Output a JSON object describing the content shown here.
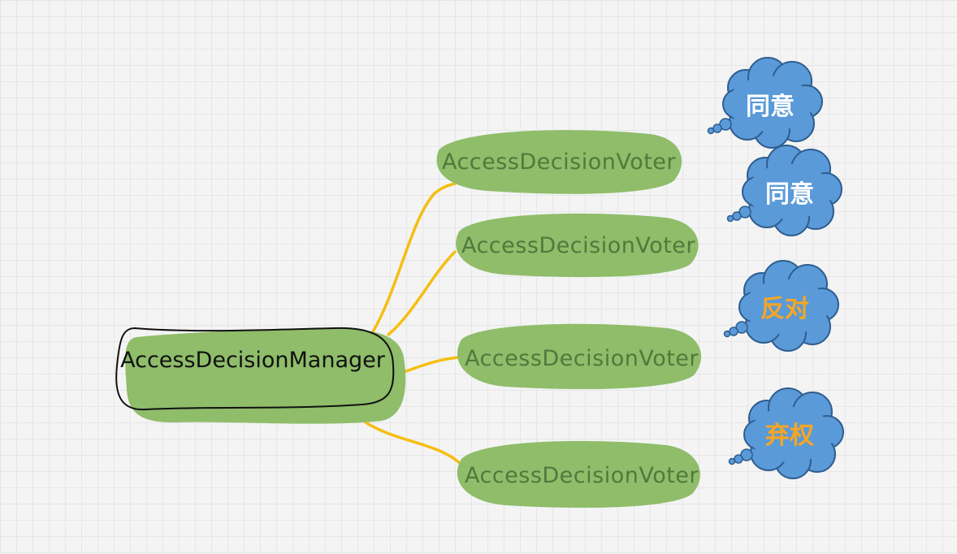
{
  "diagram": {
    "manager": {
      "label": "AccessDecisionManager"
    },
    "voters": [
      {
        "label": "AccessDecisionVoter",
        "result": "同意"
      },
      {
        "label": "AccessDecisionVoter",
        "result": "同意"
      },
      {
        "label": "AccessDecisionVoter",
        "result": "反对"
      },
      {
        "label": "AccessDecisionVoter",
        "result": "弃权"
      }
    ]
  },
  "colors": {
    "background": "#f4f4f4",
    "grid": "#e6e6e6",
    "green_node": "#8fbd6a",
    "voter_text": "#4f7a3c",
    "connector": "#f6be12",
    "cloud_fill": "#5b9ad8",
    "cloud_stroke": "#2e5d8f",
    "agree_text": "#ffffff",
    "oppose_text": "#f6a623"
  }
}
